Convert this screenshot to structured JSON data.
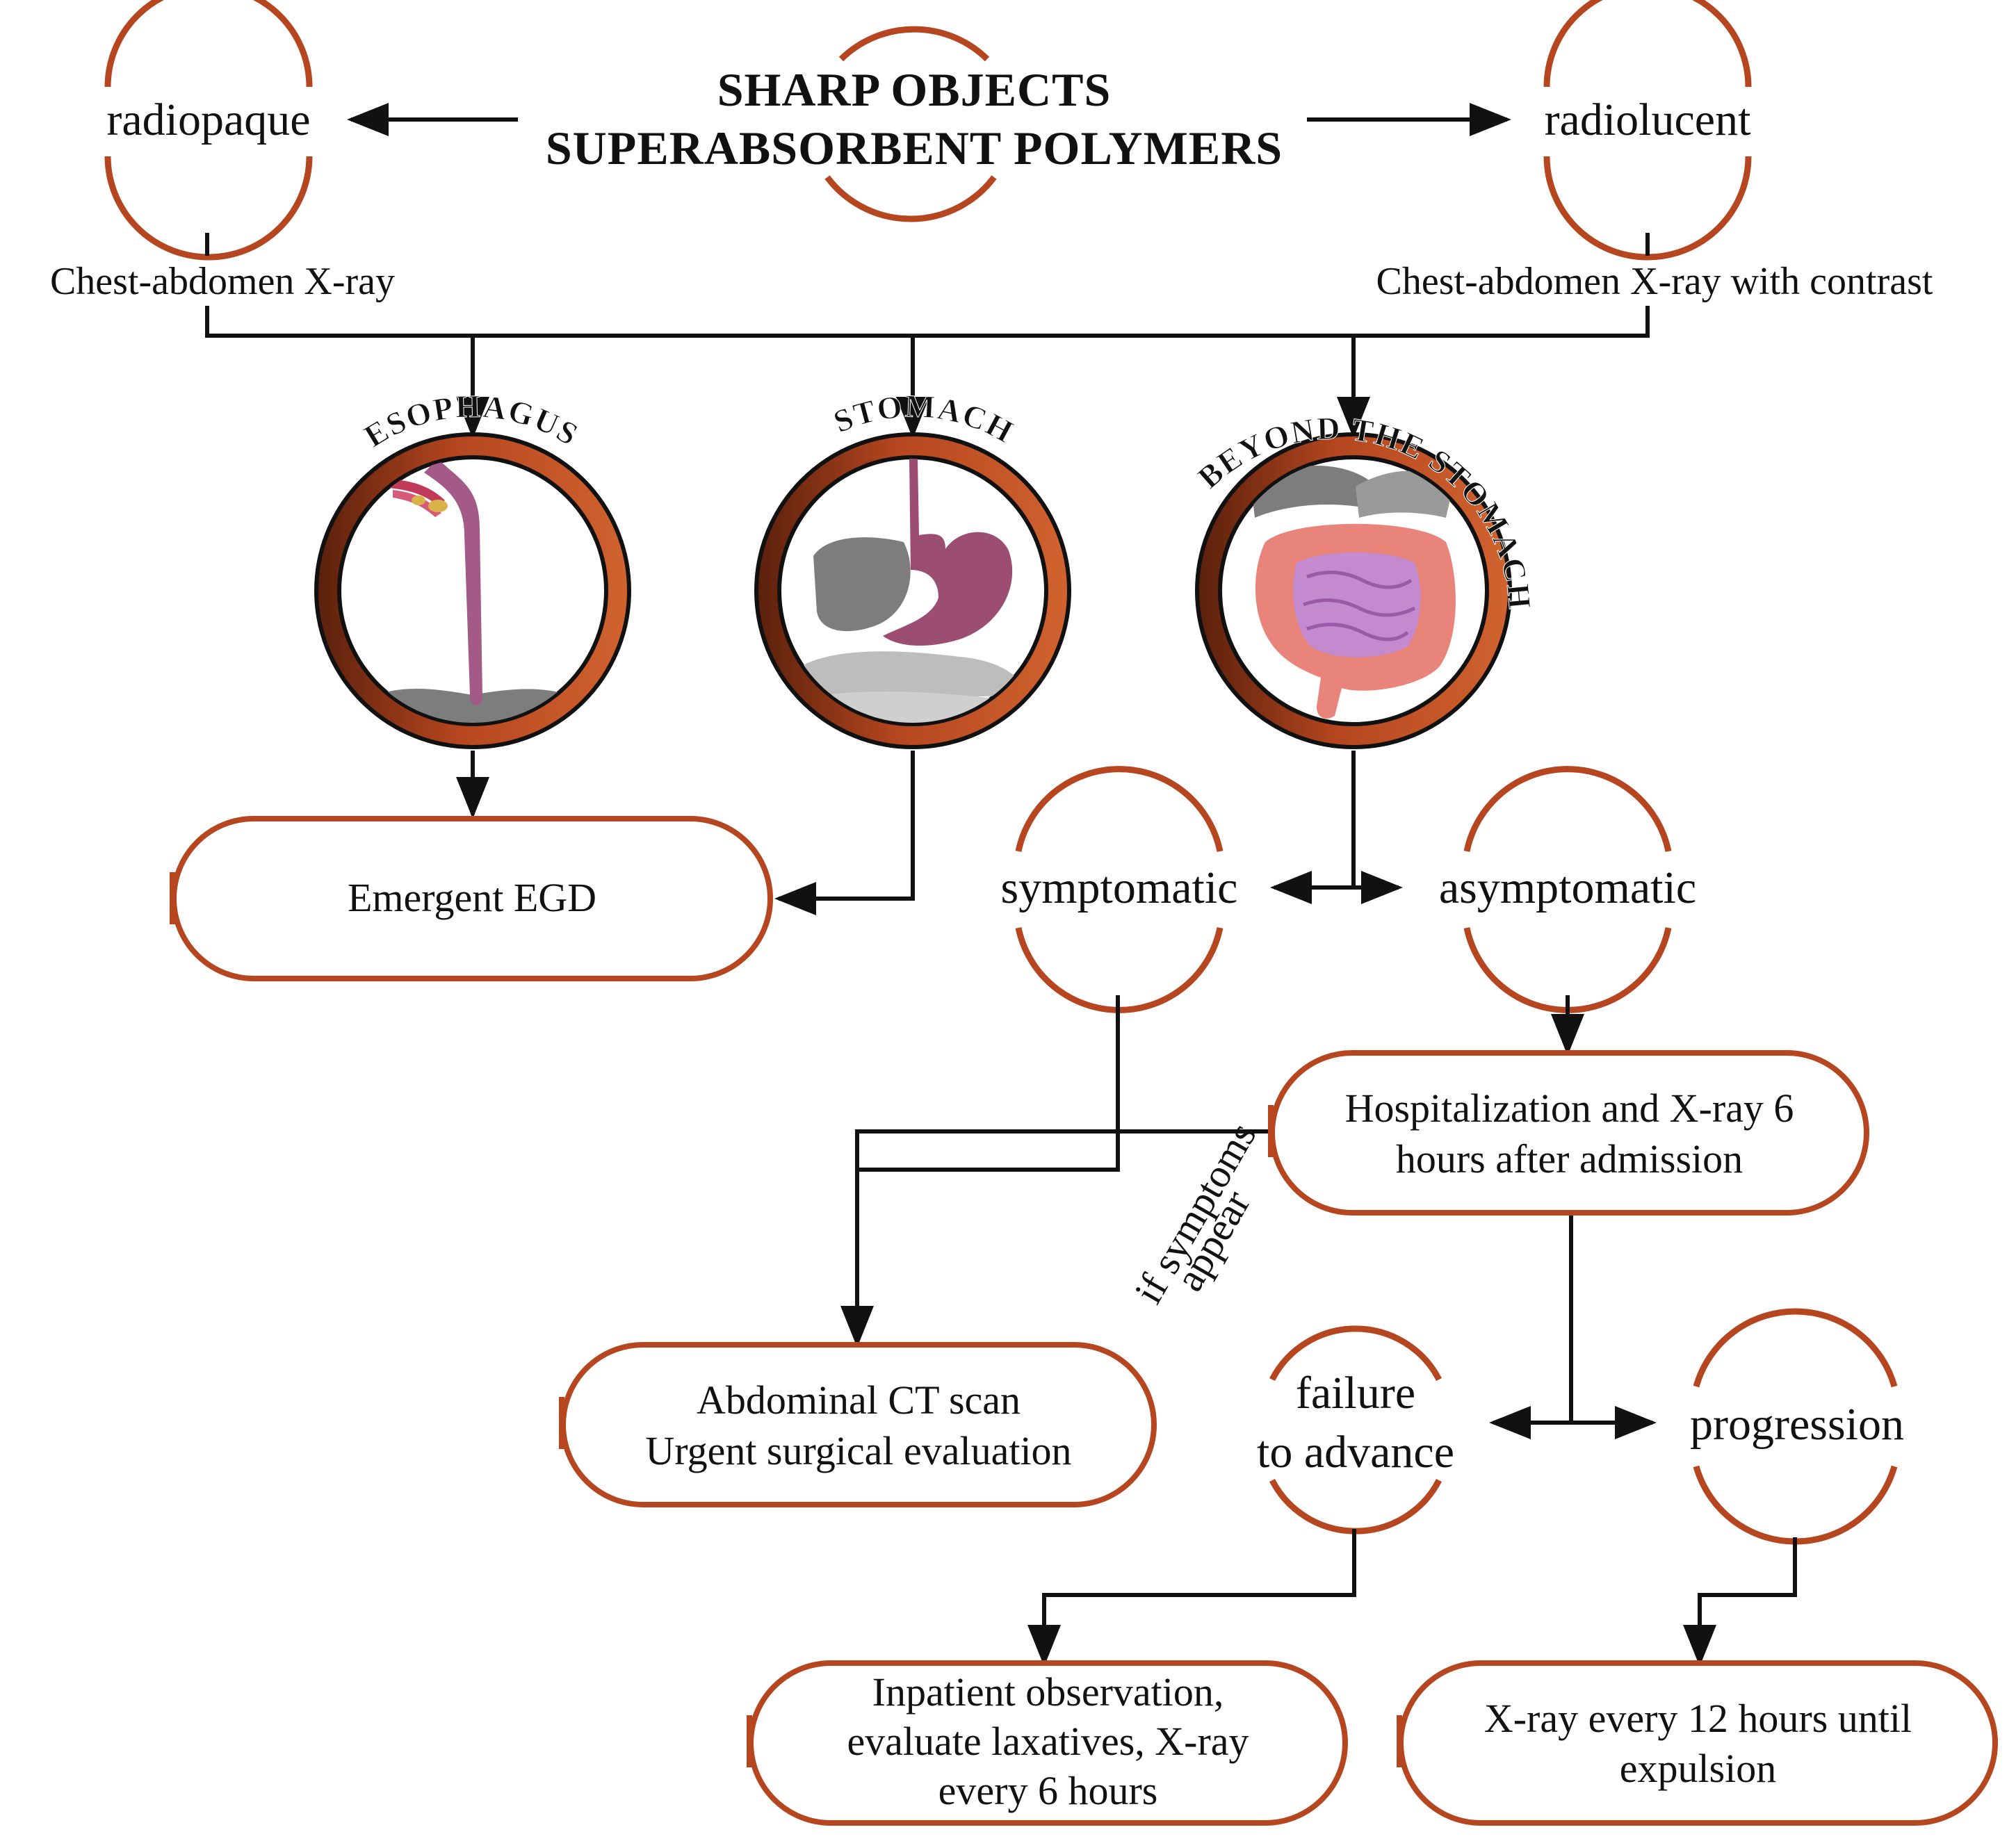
{
  "title": {
    "line1": "SHARP OBJECTS",
    "line2": "SUPERABSORBENT POLYMERS"
  },
  "nodes": {
    "radiopaque": "radiopaque",
    "radiolucent": "radiolucent",
    "symptomatic": "symptomatic",
    "asymptomatic": "asymptomatic",
    "failure_line1": "failure",
    "failure_line2": "to advance",
    "progression": "progression"
  },
  "imaging": {
    "left": "Chest-abdomen X-ray",
    "right": "Chest-abdomen X-ray with contrast"
  },
  "locations": {
    "esophagus": "ESOPHAGUS",
    "stomach": "STOMACH",
    "beyond": "BEYOND THE STOMACH"
  },
  "boxes": {
    "egd": "Emergent EGD",
    "hosp_line1": "Hospitalization and X-ray 6",
    "hosp_line2": "hours after admission",
    "ct_line1": "Abdominal CT scan",
    "ct_line2": "Urgent surgical evaluation",
    "inpatient_line1": "Inpatient observation,",
    "inpatient_line2": "evaluate laxatives, X-ray",
    "inpatient_line3": "every 6 hours",
    "xray_line1": "X-ray every 12 hours until",
    "xray_line2": "expulsion"
  },
  "notes": {
    "if_symptoms_line1": "if symptoms",
    "if_symptoms_line2": "appear"
  },
  "colors": {
    "accent": "#b5461f",
    "ring_dark": "#6e2a12",
    "line": "#111111",
    "organ_gray": "#7d7d7d",
    "organ_light_gray": "#bdbdbd",
    "esophagus_pink": "#a35a86",
    "stomach_mauve": "#9b4d72",
    "colon_salmon": "#e8847a",
    "small_bowel_violet": "#c48ad0"
  }
}
